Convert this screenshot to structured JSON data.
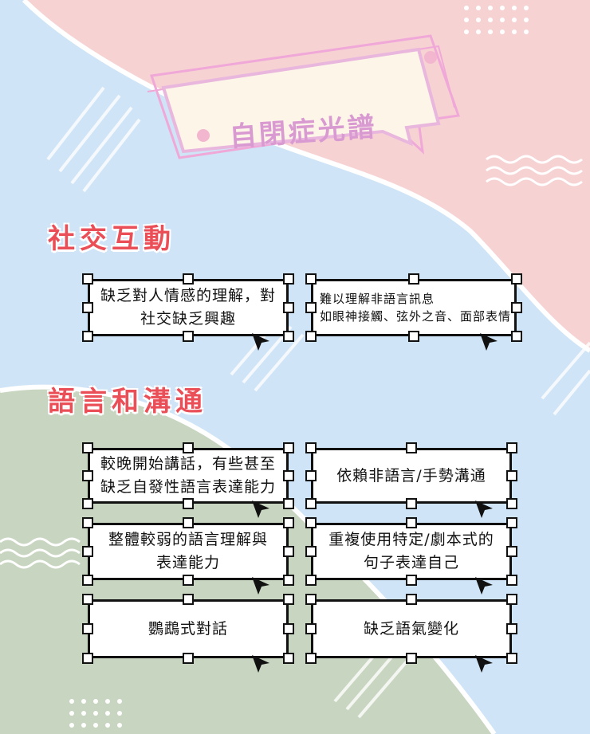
{
  "title": "自閉症光譜",
  "colors": {
    "pink_bg": "#f7d2d3",
    "blue_bg": "#cfe4f6",
    "green_bg": "#c8d5c0",
    "heading": "#ea4f58",
    "title_text": "#d99ad2"
  },
  "sections": [
    {
      "heading": "社交互動",
      "items": [
        {
          "lines": [
            "缺乏對人情感的理解，對",
            "社交缺乏興趣"
          ]
        },
        {
          "lines": [
            "難以理解非語言訊息",
            "如眼神接觸、弦外之音、面部表情"
          ]
        }
      ]
    },
    {
      "heading": "語言和溝通",
      "items": [
        {
          "lines": [
            "較晚開始講話，有些甚至",
            "缺乏自發性語言表達能力"
          ]
        },
        {
          "lines": [
            "依賴非語言/手勢溝通"
          ]
        },
        {
          "lines": [
            "整體較弱的語言理解與",
            "表達能力"
          ]
        },
        {
          "lines": [
            "重複使用特定/劇本式的",
            "句子表達自己"
          ]
        },
        {
          "lines": [
            "鸚鵡式對話"
          ]
        },
        {
          "lines": [
            "缺乏語氣變化"
          ]
        }
      ]
    }
  ]
}
